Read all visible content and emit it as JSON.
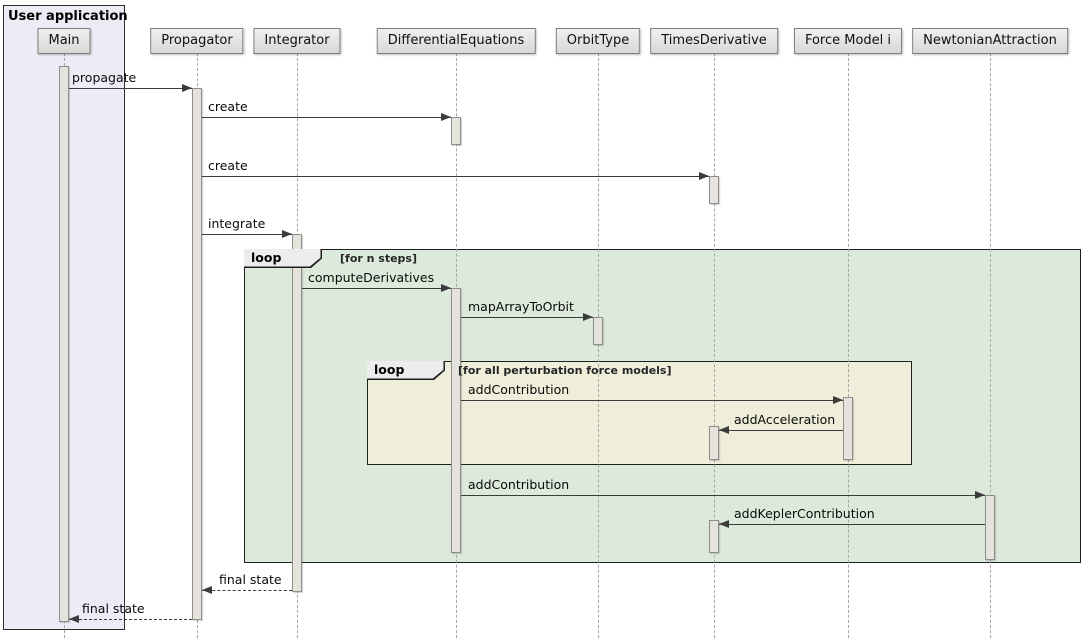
{
  "diagram": {
    "kind": "sequence-diagram",
    "group_frame": {
      "title": "User application"
    },
    "participants": [
      {
        "label": "Main"
      },
      {
        "label": "Propagator"
      },
      {
        "label": "Integrator"
      },
      {
        "label": "DifferentialEquations"
      },
      {
        "label": "OrbitType"
      },
      {
        "label": "TimesDerivative"
      },
      {
        "label": "Force Model i"
      },
      {
        "label": "NewtonianAttraction"
      }
    ],
    "loops": [
      {
        "keyword": "loop",
        "condition": "[for n steps]"
      },
      {
        "keyword": "loop",
        "condition": "[for all perturbation force models]"
      }
    ],
    "messages": [
      {
        "label": "propagate",
        "from": "Main",
        "to": "Propagator",
        "style": "solid"
      },
      {
        "label": "create",
        "from": "Propagator",
        "to": "DifferentialEquations",
        "style": "solid"
      },
      {
        "label": "create",
        "from": "Propagator",
        "to": "TimesDerivative",
        "style": "solid"
      },
      {
        "label": "integrate",
        "from": "Propagator",
        "to": "Integrator",
        "style": "solid"
      },
      {
        "label": "computeDerivatives",
        "from": "Integrator",
        "to": "DifferentialEquations",
        "style": "solid"
      },
      {
        "label": "mapArrayToOrbit",
        "from": "DifferentialEquations",
        "to": "OrbitType",
        "style": "solid"
      },
      {
        "label": "addContribution",
        "from": "DifferentialEquations",
        "to": "Force Model i",
        "style": "solid"
      },
      {
        "label": "addAcceleration",
        "from": "Force Model i",
        "to": "TimesDerivative",
        "style": "solid"
      },
      {
        "label": "addContribution",
        "from": "DifferentialEquations",
        "to": "NewtonianAttraction",
        "style": "solid"
      },
      {
        "label": "addKeplerContribution",
        "from": "NewtonianAttraction",
        "to": "TimesDerivative",
        "style": "solid"
      },
      {
        "label": "final state",
        "from": "Integrator",
        "to": "Propagator",
        "style": "dashed"
      },
      {
        "label": "final state",
        "from": "Propagator",
        "to": "Main",
        "style": "dashed"
      }
    ],
    "colors": {
      "group_frame_bg": "#EDECF6",
      "loop_outer_bg": "#DCEADB",
      "loop_inner_bg": "#EFEEDA",
      "participant_bg": "#DDDDDC",
      "activation_bg": "#E5E3DC",
      "arrow": "#3B3B3B"
    }
  }
}
